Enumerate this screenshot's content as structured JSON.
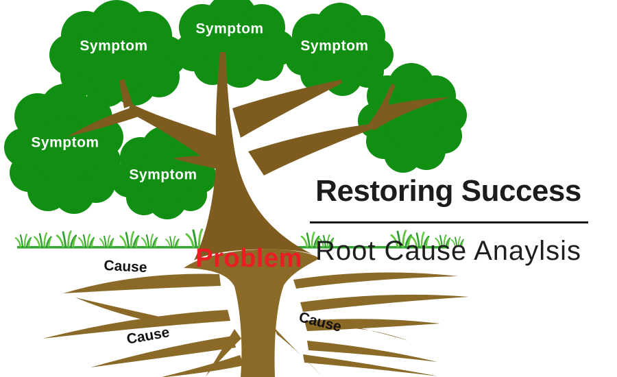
{
  "title": {
    "heading": "Restoring Success",
    "subheading": "Root Cause Anaylsis"
  },
  "tree": {
    "symptom_labels": [
      "Symptom",
      "Symptom",
      "Symptom",
      "Symptom",
      "Symptom"
    ],
    "problem_label": "Problem",
    "cause_labels": [
      "Cause",
      "Cause",
      "Cause"
    ]
  },
  "colors": {
    "background": "#ffffff",
    "foliage": "#108f12",
    "trunk": "#7e5c20",
    "roots": "#8b6927",
    "problem": "#ea1c24",
    "ink": "#1c1c1c",
    "groundline": "#33a532",
    "grassA": "#5fc43e",
    "grassB": "#2f9e30"
  }
}
